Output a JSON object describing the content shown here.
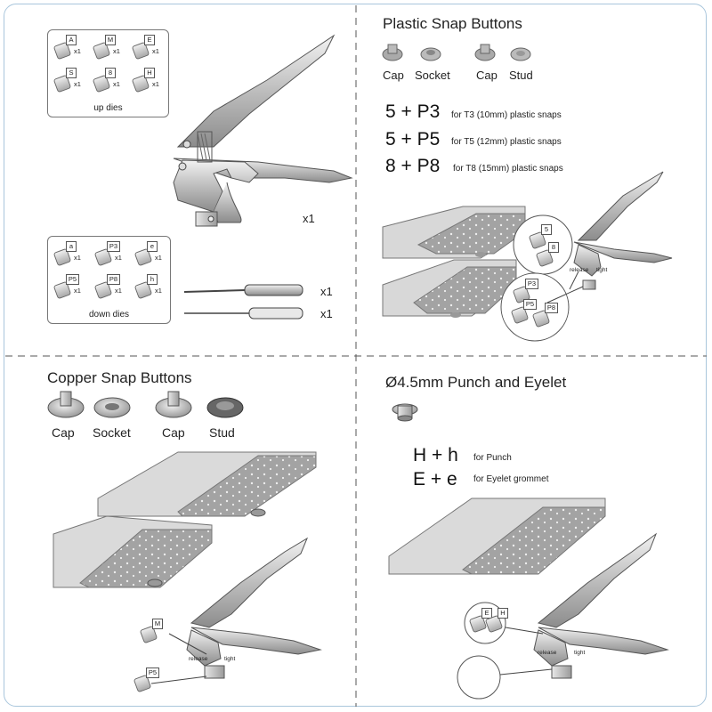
{
  "up_dies": {
    "caption": "up dies",
    "items": [
      {
        "tag": "A",
        "qty": "x1"
      },
      {
        "tag": "M",
        "qty": "x1"
      },
      {
        "tag": "E",
        "qty": "x1"
      },
      {
        "tag": "S",
        "qty": "x1"
      },
      {
        "tag": "8",
        "qty": "x1"
      },
      {
        "tag": "H",
        "qty": "x1"
      }
    ]
  },
  "down_dies": {
    "caption": "down dies",
    "items": [
      {
        "tag": "a",
        "qty": "x1"
      },
      {
        "tag": "P3",
        "qty": "x1"
      },
      {
        "tag": "e",
        "qty": "x1"
      },
      {
        "tag": "P5",
        "qty": "x1"
      },
      {
        "tag": "P8",
        "qty": "x1"
      },
      {
        "tag": "h",
        "qty": "x1"
      }
    ]
  },
  "pliers_qty": "x1",
  "screwdriver_qty": "x1",
  "awl_qty": "x1",
  "plastic": {
    "title": "Plastic Snap Buttons",
    "parts": [
      "Cap",
      "Socket",
      "Cap",
      "Stud"
    ],
    "formulas": [
      {
        "combo": "5 + P3",
        "note": "for T3 (10mm) plastic snaps"
      },
      {
        "combo": "5 + P5",
        "note": "for T5 (12mm) plastic snaps"
      },
      {
        "combo": "8 + P8",
        "note": "for T8 (15mm) plastic snaps"
      }
    ],
    "callout_up": [
      "5",
      "8"
    ],
    "callout_down": [
      "P3",
      "P5",
      "P8"
    ],
    "release": "release",
    "tight": "tight"
  },
  "copper": {
    "title": "Copper Snap Buttons",
    "parts": [
      "Cap",
      "Socket",
      "Cap",
      "Stud"
    ],
    "die_up": "M",
    "die_down": "P5",
    "release": "release",
    "tight": "tight"
  },
  "punch": {
    "title": "Ø4.5mm Punch and Eyelet",
    "formulas": [
      {
        "combo": "H + h",
        "note": "for Punch"
      },
      {
        "combo": "E + e",
        "note": "for Eyelet grommet"
      }
    ],
    "callout_up": [
      "E",
      "H"
    ],
    "release": "release",
    "tight": "tight"
  },
  "colors": {
    "border": "#a9c6dc",
    "metal_light": "#e6e6e6",
    "metal_dark": "#8a8a8a",
    "fabric": "#dcdcdc",
    "tape": "#a0a0a0"
  }
}
